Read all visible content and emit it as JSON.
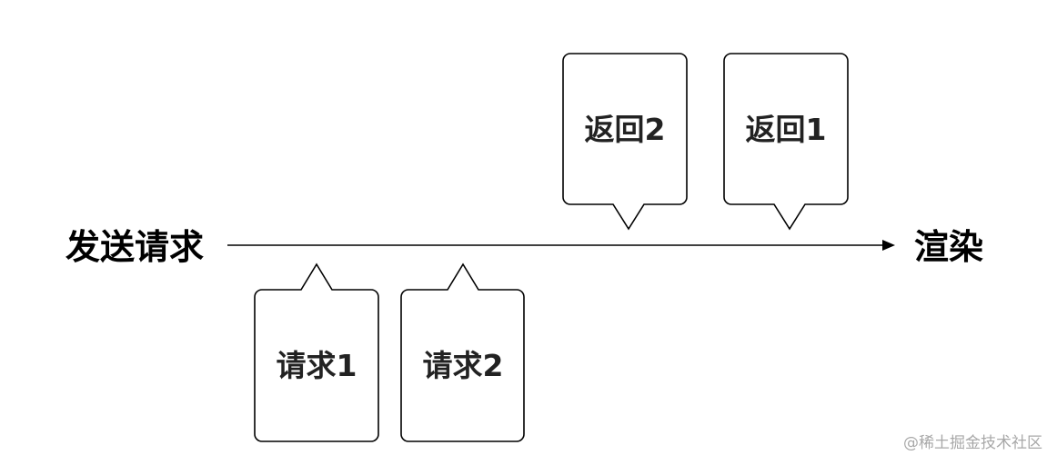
{
  "labels": {
    "start": "发送请求",
    "end": "渲染"
  },
  "callouts": {
    "response_2": "返回2",
    "response_1": "返回1",
    "request_1": "请求1",
    "request_2": "请求2"
  },
  "watermark": "@稀土掘金技术社区",
  "colors": {
    "line": "#000000",
    "text": "#000000",
    "box_text": "#222222",
    "watermark": "#a8a8a8"
  }
}
